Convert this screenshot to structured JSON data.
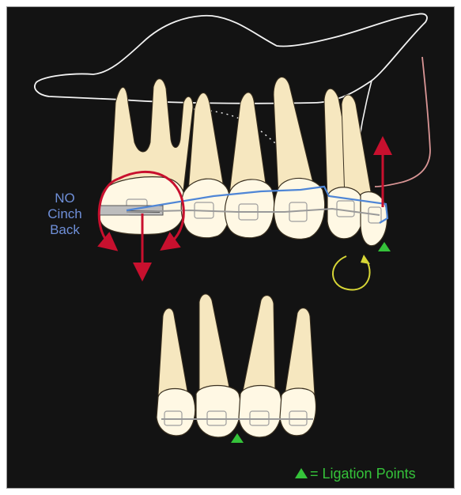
{
  "cinch_label": {
    "line1": "NO",
    "line2": "Cinch",
    "line3": "Back"
  },
  "legend": {
    "symbol_color": "#35c33a",
    "text": "= Ligation Points"
  },
  "colors": {
    "background": "#131313",
    "tooth": "#f6e7bf",
    "tooth_outline": "#3a3020",
    "crown": "#fff8e4",
    "archwire": "#4f86d6",
    "force_arrow": "#c8102e",
    "rotation_arrow": "#d7d636",
    "gum_line": "#f2f2f2",
    "lip_line": "#d99595",
    "ligation_marker": "#35c33a"
  }
}
